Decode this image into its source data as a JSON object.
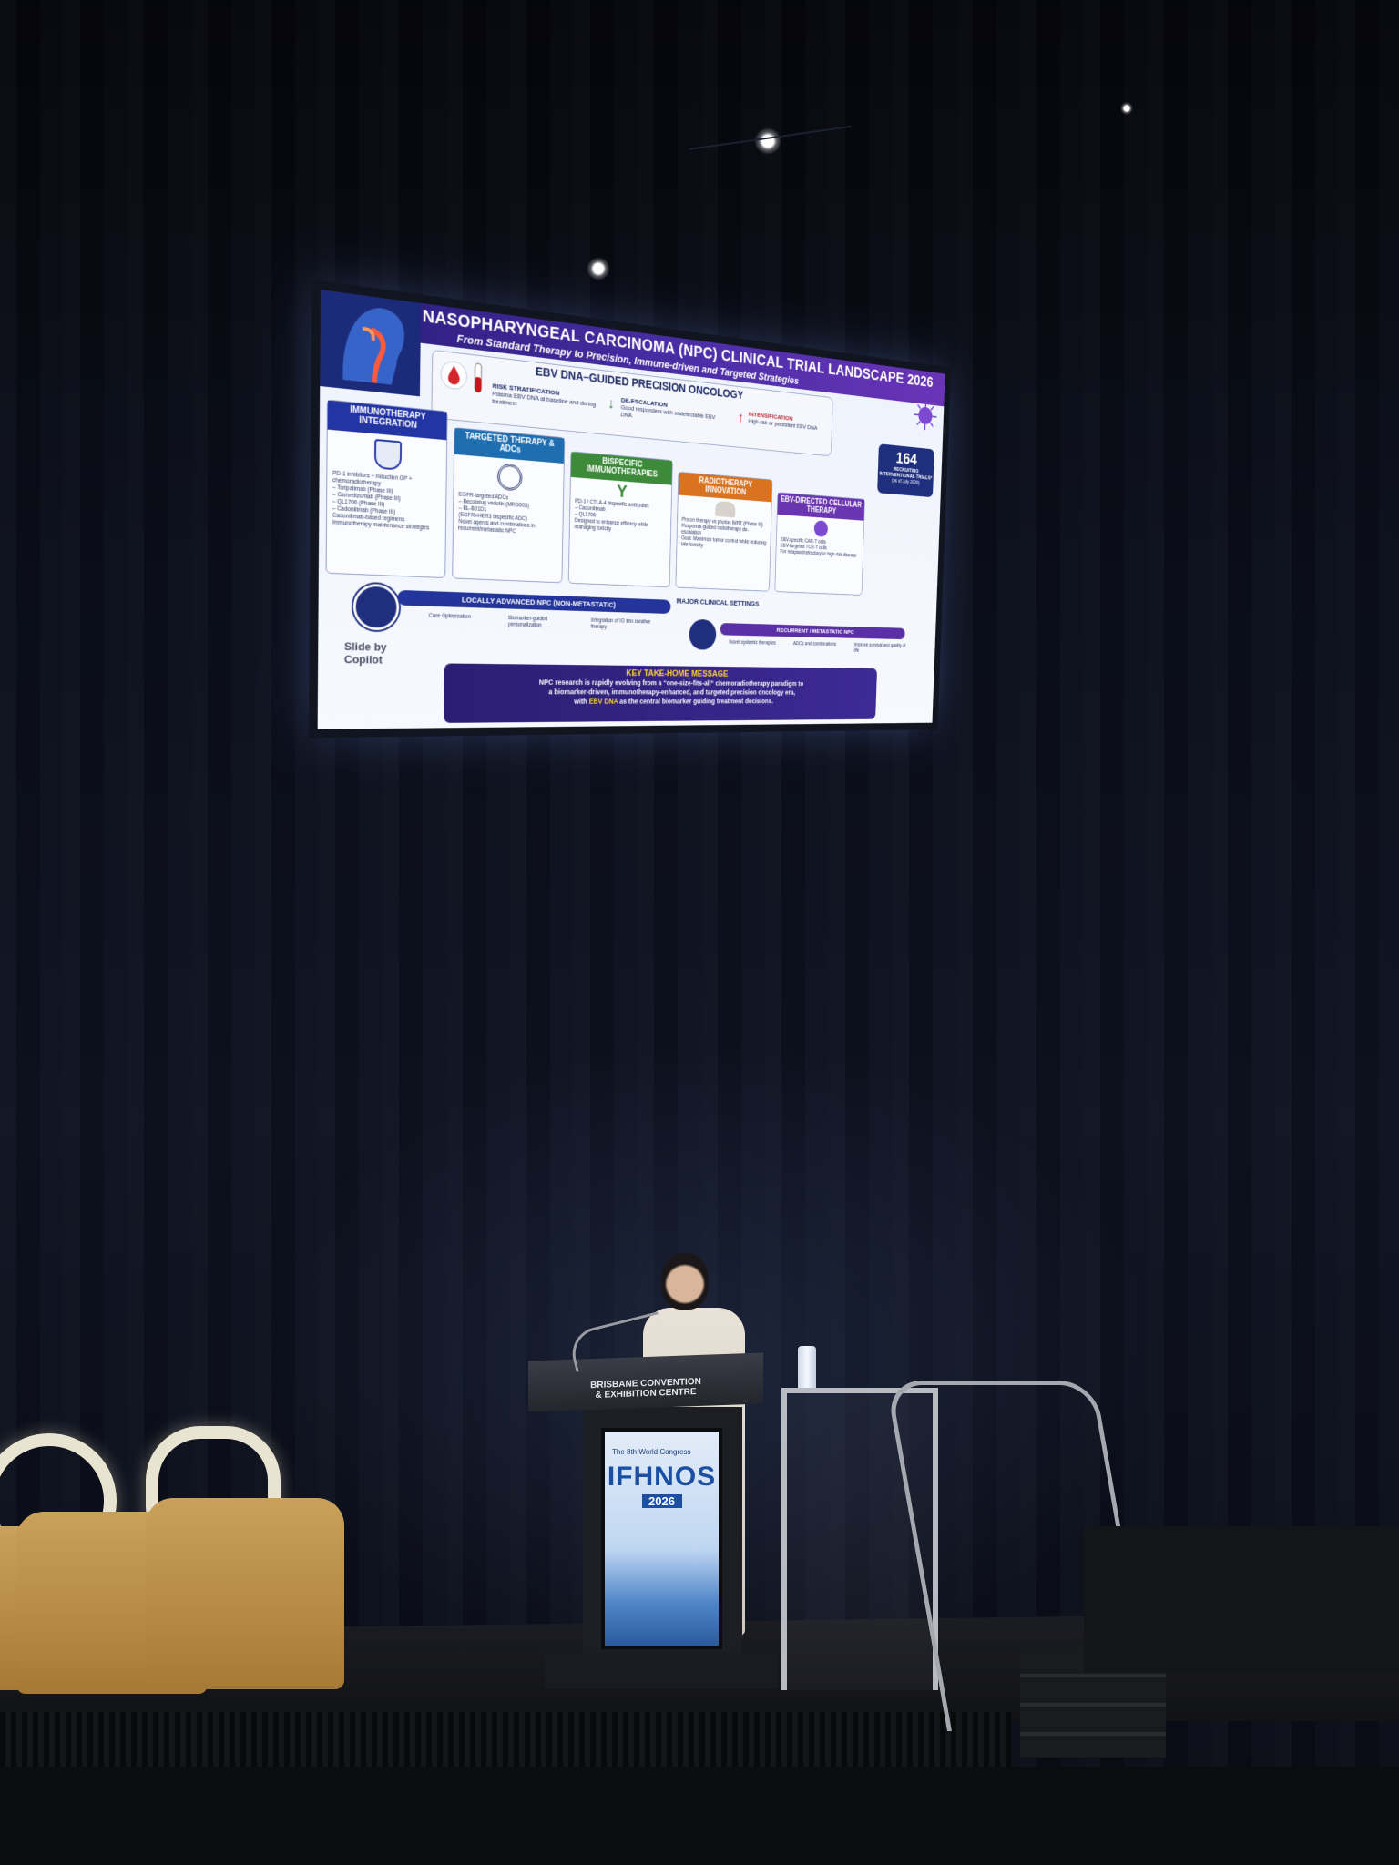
{
  "slide": {
    "title": "NASOPHARYNGEAL CARCINOMA (NPC) CLINICAL TRIAL LANDSCAPE 2026",
    "subtitle": "From Standard Therapy to Precision, Immune-driven and Targeted Strategies",
    "ebv_section": {
      "title": "EBV DNA–GUIDED PRECISION ONCOLOGY",
      "risk": {
        "label": "RISK STRATIFICATION",
        "text": "Plasma EBV DNA at baseline and during treatment"
      },
      "deescalation": {
        "label": "DE-ESCALATION",
        "text": "Good responders with undetectable EBV DNA"
      },
      "intensification": {
        "label": "INTENSIFICATION",
        "text": "High-risk or persistent EBV DNA"
      }
    },
    "stat": {
      "number": "164",
      "label": "RECRUITING INTERVENTIONAL TRIALS*",
      "note": "(as of July 2026)"
    },
    "cards": [
      {
        "title": "IMMUNOTHERAPY INTEGRATION",
        "color": "#2334a3",
        "items": [
          "PD-1 inhibitors + induction GP + chemoradiotherapy",
          "– Toripalimab (Phase III)",
          "– Camrelizumab (Phase III)",
          "– QL1706 (Phase III)",
          "– Cadonilimab (Phase III)",
          "Cadonilimab-based regimens",
          "Immunotherapy maintenance strategies"
        ]
      },
      {
        "title": "TARGETED THERAPY & ADCs",
        "color": "#1f6fb0",
        "items": [
          "EGFR-targeted ADCs",
          "– Becotatug vedotin (MRG003)",
          "– BL-B01D1",
          "(EGFR×HER3 bispecific ADC)",
          "Novel agents and combinations in recurrent/metastatic NPC"
        ]
      },
      {
        "title": "BISPECIFIC IMMUNOTHERAPIES",
        "color": "#3c8a3a",
        "items": [
          "PD-1 / CTLA-4 bispecific antibodies",
          "– Cadonilimab",
          "– QL1706",
          "Designed to enhance efficacy while managing toxicity"
        ]
      },
      {
        "title": "RADIOTHERAPY INNOVATION",
        "color": "#d9731f",
        "items": [
          "Proton therapy vs photon IMRT (Phase III)",
          "Response-guided radiotherapy de-escalation",
          "Goal: Maximize tumor control while reducing late toxicity"
        ]
      },
      {
        "title": "EBV-DIRECTED CELLULAR THERAPY",
        "color": "#6a35b0",
        "items": [
          "EBV-specific CAR-T cells",
          "EBV-targeted TCR-T cells",
          "For relapsed/refractory or high-risk disease"
        ]
      }
    ],
    "settings": {
      "header": "MAJOR CLINICAL SETTINGS",
      "local": {
        "label": "LOCALLY ADVANCED NPC (NON-METASTATIC)",
        "items": [
          "Cure Optimization",
          "Biomarker-guided personalization",
          "Integration of IO into curative therapy"
        ]
      },
      "recurrent": {
        "label": "RECURRENT / METASTATIC NPC",
        "items": [
          "Novel systemic therapies",
          "ADCs and combinations",
          "Improve survival and quality of life"
        ]
      }
    },
    "key": {
      "header": "KEY TAKE-HOME MESSAGE",
      "line1": "NPC research is rapidly evolving from a “one-size-fits-all” chemoradiotherapy paradigm to",
      "line2": "a biomarker-driven, immunotherapy-enhanced, and targeted precision oncology era,",
      "line3_pre": "with ",
      "line3_em": "EBV DNA",
      "line3_post": " as the central biomarker guiding treatment decisions."
    },
    "credit": {
      "line1": "Slide by",
      "line2": "Copilot"
    }
  },
  "podium": {
    "sign_line1": "BRISBANE CONVENTION",
    "sign_line2": "& EXHIBITION CENTRE",
    "screen_small": "The 8th World Congress",
    "screen_big": "IFHNOS",
    "screen_year": "2026"
  },
  "colors": {
    "slide_header": "#3a2796",
    "key_message": "#2b1e72",
    "ebv_highlight": "#ffd23a"
  }
}
